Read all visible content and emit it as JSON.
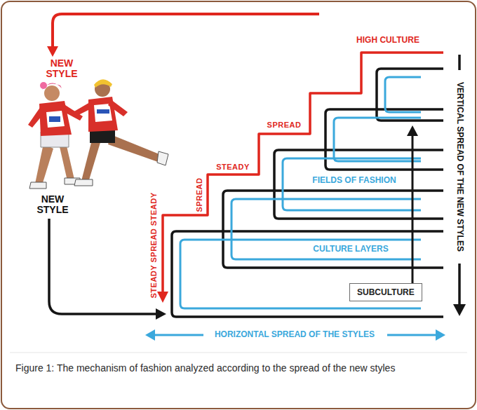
{
  "diagram": {
    "caption": "Figure 1: The mechanism of fashion analyzed according to the spread of the new styles",
    "nodes": [
      {
        "text": [
          "SUBCULTURE"
        ]
      }
    ],
    "labels": [
      "HIGH CULTURE",
      "NEW STYLE",
      "NEW STYLE",
      "STEADY SPREAD STEADY",
      "SPREAD",
      "STEADY",
      "SPREAD",
      "VERTICAL SPREAD OF THE NEW STYLES",
      "FIELDS OF FASHION",
      "CULTURE LAYERS",
      "HORIZONTAL SPREAD OF THE STYLES"
    ]
  }
}
